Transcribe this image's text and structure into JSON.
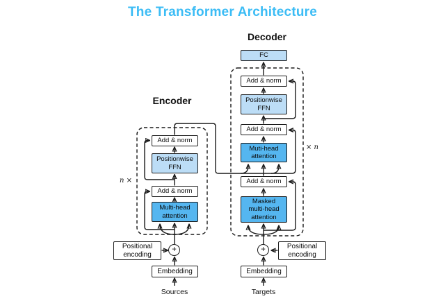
{
  "title": "The Transformer Architecture",
  "colors": {
    "title_accent": "#3BBCF5",
    "block_fill_light": "#BCDDF6",
    "block_fill_bright": "#55B6F0",
    "line": "#1a1a1a"
  },
  "labels": {
    "plus": "+"
  },
  "encoder": {
    "heading": "Encoder",
    "repeat_label": "n ×",
    "add_norm_top": "Add & norm",
    "ffn": [
      "Positionwise",
      "FFN"
    ],
    "add_norm_bottom": "Add & norm",
    "attention": [
      "Multi-head",
      "attention"
    ],
    "positional_encoding": [
      "Positional",
      "encoding"
    ],
    "embedding": "Embedding",
    "input_label": "Sources"
  },
  "decoder": {
    "heading": "Decoder",
    "repeat_label": "× n",
    "fc": "FC",
    "add_norm_1": "Add & norm",
    "ffn": [
      "Positionwise",
      "FFN"
    ],
    "add_norm_2": "Add & norm",
    "attention": [
      "Muti-head",
      "attention"
    ],
    "add_norm_3": "Add & norm",
    "masked_attention": [
      "Masked",
      "multi-head",
      "attention"
    ],
    "positional_encoding": [
      "Positional",
      "encoding"
    ],
    "embedding": "Embedding",
    "input_label": "Targets"
  }
}
